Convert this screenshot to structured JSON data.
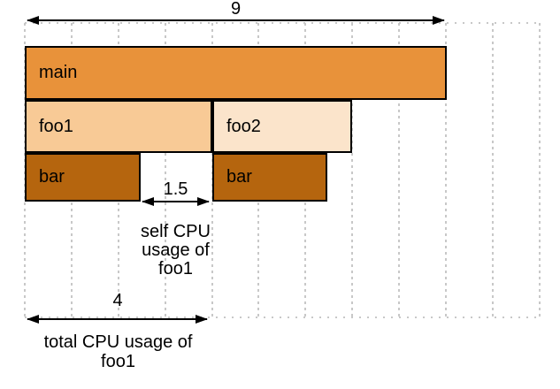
{
  "diagram": {
    "type": "flamegraph-annotated",
    "frames": [
      {
        "label": "main",
        "depth": 0,
        "start": 0,
        "width": 9,
        "fill": "#E8923A"
      },
      {
        "label": "foo1",
        "depth": 1,
        "start": 0,
        "width": 4,
        "fill": "#F8CA96"
      },
      {
        "label": "foo2",
        "depth": 1,
        "start": 4,
        "width": 3,
        "fill": "#FBE4CB"
      },
      {
        "label": "bar",
        "depth": 2,
        "start": 0,
        "width": 2.5,
        "fill": "#B5650E"
      },
      {
        "label": "bar",
        "depth": 2,
        "start": 4,
        "width": 2.5,
        "fill": "#B5650E"
      }
    ],
    "measurements": {
      "total_trace": {
        "value": "9"
      },
      "self_foo1": {
        "value": "1.5",
        "caption_lines": [
          "self CPU",
          "usage of",
          "foo1"
        ]
      },
      "total_foo1": {
        "value": "4",
        "caption_lines": [
          "total CPU usage of",
          "foo1"
        ]
      }
    },
    "grid": {
      "units": 11,
      "line_color": "#c8c8c8"
    },
    "colors": {
      "frame_border": "#000000",
      "text": "#000000",
      "arrow": "#000000",
      "background": "#ffffff"
    }
  }
}
